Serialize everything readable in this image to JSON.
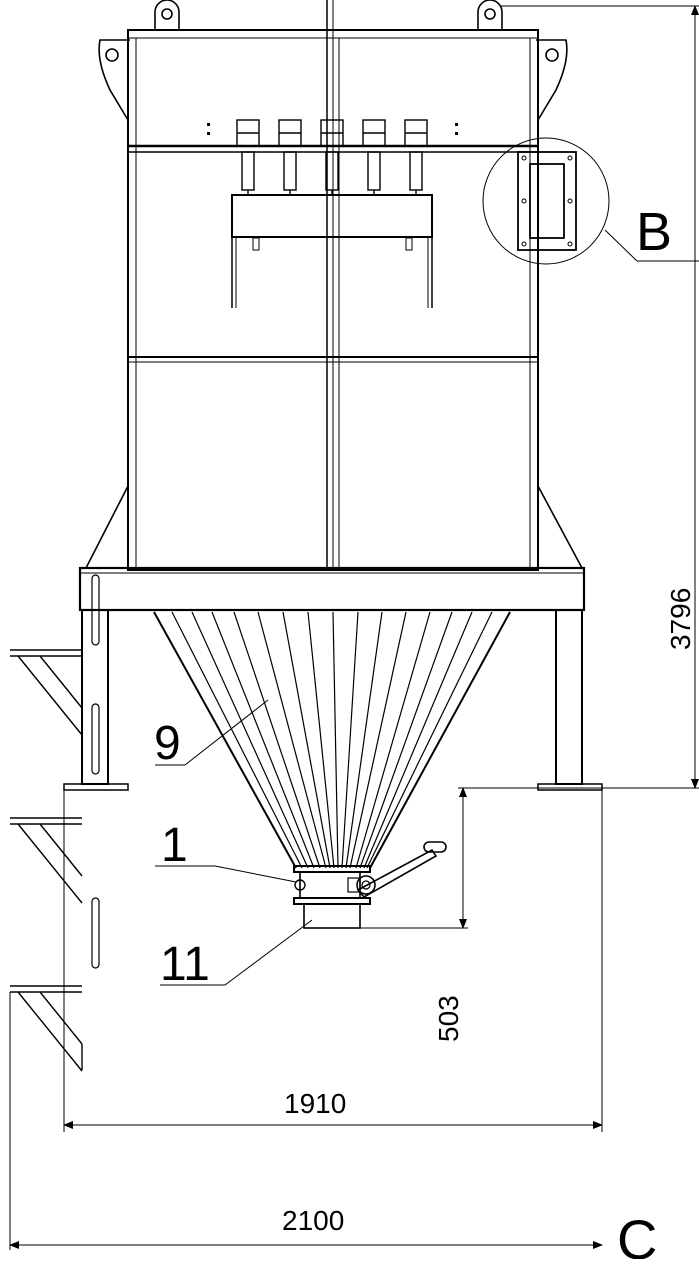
{
  "labels": {
    "callout_b": "B",
    "item_9": "9",
    "item_1": "1",
    "item_11": "11",
    "view_c": "C"
  },
  "dimensions": {
    "overall_height": "3796",
    "outlet_height": "503",
    "leg_span": "1910",
    "overall_width": "2100"
  }
}
